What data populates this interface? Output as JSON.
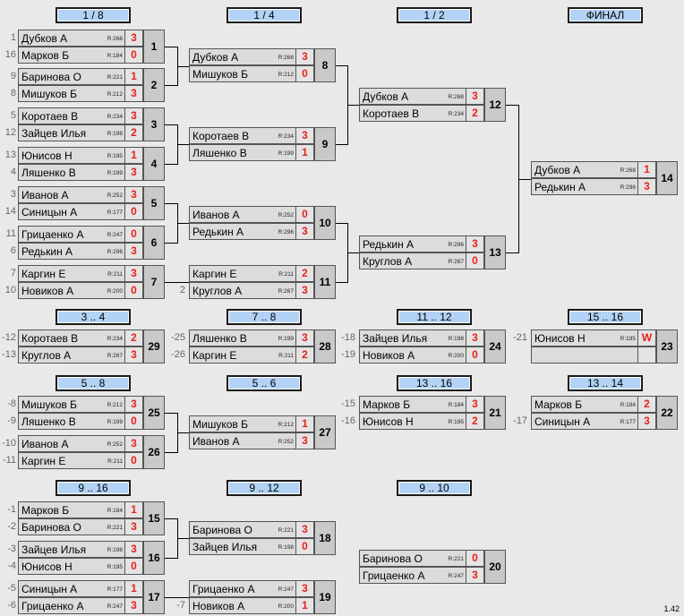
{
  "headers": {
    "r1": "1 / 8",
    "r2": "1 / 4",
    "r3": "1 / 2",
    "final": "ФИНАЛ",
    "p34": "3 .. 4",
    "p78": "7 .. 8",
    "p1112": "11 .. 12",
    "p1516": "15 .. 16",
    "p58": "5 .. 8",
    "p56": "5 .. 6",
    "p1316": "13 .. 16",
    "p1314": "13 .. 14",
    "p916": "9 .. 16",
    "p912": "9 .. 12",
    "p910": "9 .. 10"
  },
  "matches": [
    {
      "id": "1",
      "p1": {
        "name": "Дубков А",
        "rating": "R:268",
        "score": "3",
        "seed": "1"
      },
      "p2": {
        "name": "Марков Б",
        "rating": "R:184",
        "score": "0",
        "seed": "16"
      }
    },
    {
      "id": "2",
      "p1": {
        "name": "Баринова О",
        "rating": "R:221",
        "score": "1",
        "seed": "9"
      },
      "p2": {
        "name": "Мишуков Б",
        "rating": "R:212",
        "score": "3",
        "seed": "8"
      }
    },
    {
      "id": "3",
      "p1": {
        "name": "Коротаев В",
        "rating": "R:234",
        "score": "3",
        "seed": "5"
      },
      "p2": {
        "name": "Зайцев Илья",
        "rating": "R:198",
        "score": "2",
        "seed": "12"
      }
    },
    {
      "id": "4",
      "p1": {
        "name": "Юнисов Н",
        "rating": "R:195",
        "score": "1",
        "seed": "13"
      },
      "p2": {
        "name": "Ляшенко В",
        "rating": "R:199",
        "score": "3",
        "seed": "4"
      }
    },
    {
      "id": "5",
      "p1": {
        "name": "Иванов А",
        "rating": "R:252",
        "score": "3",
        "seed": "3"
      },
      "p2": {
        "name": "Синицын А",
        "rating": "R:177",
        "score": "0",
        "seed": "14"
      }
    },
    {
      "id": "6",
      "p1": {
        "name": "Грицаенко А",
        "rating": "R:247",
        "score": "0",
        "seed": "11"
      },
      "p2": {
        "name": "Редькин А",
        "rating": "R:296",
        "score": "3",
        "seed": "6"
      }
    },
    {
      "id": "7",
      "p1": {
        "name": "Каргин Е",
        "rating": "R:211",
        "score": "3",
        "seed": "7"
      },
      "p2": {
        "name": "Новиков А",
        "rating": "R:200",
        "score": "0",
        "seed": "10"
      }
    },
    {
      "id": "8",
      "p1": {
        "name": "Дубков А",
        "rating": "R:268",
        "score": "3"
      },
      "p2": {
        "name": "Мишуков Б",
        "rating": "R:212",
        "score": "0"
      }
    },
    {
      "id": "9",
      "p1": {
        "name": "Коротаев В",
        "rating": "R:234",
        "score": "3"
      },
      "p2": {
        "name": "Ляшенко В",
        "rating": "R:199",
        "score": "1"
      }
    },
    {
      "id": "10",
      "p1": {
        "name": "Иванов А",
        "rating": "R:252",
        "score": "0"
      },
      "p2": {
        "name": "Редькин А",
        "rating": "R:296",
        "score": "3"
      }
    },
    {
      "id": "11",
      "p1": {
        "name": "Каргин Е",
        "rating": "R:211",
        "score": "2"
      },
      "p2": {
        "name": "Круглов А",
        "rating": "R:267",
        "score": "3",
        "seed": "2"
      }
    },
    {
      "id": "12",
      "p1": {
        "name": "Дубков А",
        "rating": "R:268",
        "score": "3"
      },
      "p2": {
        "name": "Коротаев В",
        "rating": "R:234",
        "score": "2"
      }
    },
    {
      "id": "13",
      "p1": {
        "name": "Редькин А",
        "rating": "R:296",
        "score": "3"
      },
      "p2": {
        "name": "Круглов А",
        "rating": "R:267",
        "score": "0"
      }
    },
    {
      "id": "14",
      "p1": {
        "name": "Дубков А",
        "rating": "R:268",
        "score": "1"
      },
      "p2": {
        "name": "Редькин А",
        "rating": "R:296",
        "score": "3"
      }
    },
    {
      "id": "29",
      "p1": {
        "name": "Коротаев В",
        "rating": "R:234",
        "score": "2",
        "seed": "-12"
      },
      "p2": {
        "name": "Круглов А",
        "rating": "R:267",
        "score": "3",
        "seed": "-13"
      }
    },
    {
      "id": "28",
      "p1": {
        "name": "Ляшенко В",
        "rating": "R:199",
        "score": "3",
        "seed": "-25"
      },
      "p2": {
        "name": "Каргин Е",
        "rating": "R:211",
        "score": "2",
        "seed": "-26"
      }
    },
    {
      "id": "24",
      "p1": {
        "name": "Зайцев Илья",
        "rating": "R:198",
        "score": "3",
        "seed": "-18"
      },
      "p2": {
        "name": "Новиков А",
        "rating": "R:200",
        "score": "0",
        "seed": "-19"
      }
    },
    {
      "id": "23",
      "p1": {
        "name": "Юнисов Н",
        "rating": "R:195",
        "score": "W",
        "seed": "-21"
      },
      "p2": {
        "name": "",
        "rating": "",
        "score": ""
      }
    },
    {
      "id": "25",
      "p1": {
        "name": "Мишуков Б",
        "rating": "R:212",
        "score": "3",
        "seed": "-8"
      },
      "p2": {
        "name": "Ляшенко В",
        "rating": "R:199",
        "score": "0",
        "seed": "-9"
      }
    },
    {
      "id": "26",
      "p1": {
        "name": "Иванов А",
        "rating": "R:252",
        "score": "3",
        "seed": "-10"
      },
      "p2": {
        "name": "Каргин Е",
        "rating": "R:211",
        "score": "0",
        "seed": "-11"
      }
    },
    {
      "id": "27",
      "p1": {
        "name": "Мишуков Б",
        "rating": "R:212",
        "score": "1"
      },
      "p2": {
        "name": "Иванов А",
        "rating": "R:252",
        "score": "3"
      }
    },
    {
      "id": "21",
      "p1": {
        "name": "Марков Б",
        "rating": "R:184",
        "score": "3",
        "seed": "-15"
      },
      "p2": {
        "name": "Юнисов Н",
        "rating": "R:195",
        "score": "2",
        "seed": "-16"
      }
    },
    {
      "id": "22",
      "p1": {
        "name": "Марков Б",
        "rating": "R:184",
        "score": "2"
      },
      "p2": {
        "name": "Синицын А",
        "rating": "R:177",
        "score": "3",
        "seed": "-17"
      }
    },
    {
      "id": "15",
      "p1": {
        "name": "Марков Б",
        "rating": "R:184",
        "score": "1",
        "seed": "-1"
      },
      "p2": {
        "name": "Баринова О",
        "rating": "R:221",
        "score": "3",
        "seed": "-2"
      }
    },
    {
      "id": "16",
      "p1": {
        "name": "Зайцев Илья",
        "rating": "R:198",
        "score": "3",
        "seed": "-3"
      },
      "p2": {
        "name": "Юнисов Н",
        "rating": "R:195",
        "score": "0",
        "seed": "-4"
      }
    },
    {
      "id": "17",
      "p1": {
        "name": "Синицын А",
        "rating": "R:177",
        "score": "1",
        "seed": "-5"
      },
      "p2": {
        "name": "Грицаенко А",
        "rating": "R:247",
        "score": "3",
        "seed": "-6"
      }
    },
    {
      "id": "18",
      "p1": {
        "name": "Баринова О",
        "rating": "R:221",
        "score": "3"
      },
      "p2": {
        "name": "Зайцев Илья",
        "rating": "R:198",
        "score": "0"
      }
    },
    {
      "id": "19",
      "p1": {
        "name": "Грицаенко А",
        "rating": "R:247",
        "score": "3"
      },
      "p2": {
        "name": "Новиков А",
        "rating": "R:200",
        "score": "1",
        "seed": "-7"
      }
    },
    {
      "id": "20",
      "p1": {
        "name": "Баринова О",
        "rating": "R:221",
        "score": "0"
      },
      "p2": {
        "name": "Грицаенко А",
        "rating": "R:247",
        "score": "3"
      }
    }
  ],
  "version": "1.42"
}
